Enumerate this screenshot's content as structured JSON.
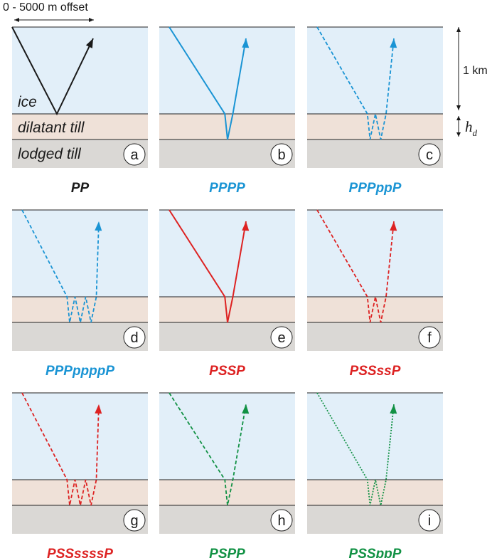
{
  "colors": {
    "ice": "#e2eff9",
    "dilatant_till": "#efe1d8",
    "lodged_till": "#dad8d5",
    "black": "#1a1a1a",
    "blue": "#1a94d4",
    "red": "#dd2222",
    "green": "#119144"
  },
  "labels": {
    "offset": "0 - 5000 m offset",
    "ice": "ice",
    "dilatant_till": "dilatant till",
    "lodged_till": "lodged till",
    "thickness": "1 km",
    "hd_main": "h",
    "hd_sub": "d"
  },
  "panels": [
    {
      "letter": "a",
      "caption": "PP",
      "color": "black",
      "style": "solid",
      "legs": 0
    },
    {
      "letter": "b",
      "caption": "PPPP",
      "color": "blue",
      "style": "solid",
      "legs": 2
    },
    {
      "letter": "c",
      "caption": "PPPppP",
      "color": "blue",
      "style": "dashed",
      "legs": 4
    },
    {
      "letter": "d",
      "caption": "PPPppppP",
      "color": "blue",
      "style": "dashed",
      "legs": 6
    },
    {
      "letter": "e",
      "caption": "PSSP",
      "color": "red",
      "style": "solid",
      "legs": 2
    },
    {
      "letter": "f",
      "caption": "PSSssP",
      "color": "red",
      "style": "dashed",
      "legs": 4
    },
    {
      "letter": "g",
      "caption": "PSSssssP",
      "color": "red",
      "style": "dashed",
      "legs": 6
    },
    {
      "letter": "h",
      "caption": "PSPP",
      "color": "green",
      "style": "dashed",
      "legs": 2
    },
    {
      "letter": "i",
      "caption": "PSSppP",
      "color": "green",
      "style": "dotted",
      "legs": 4
    }
  ]
}
